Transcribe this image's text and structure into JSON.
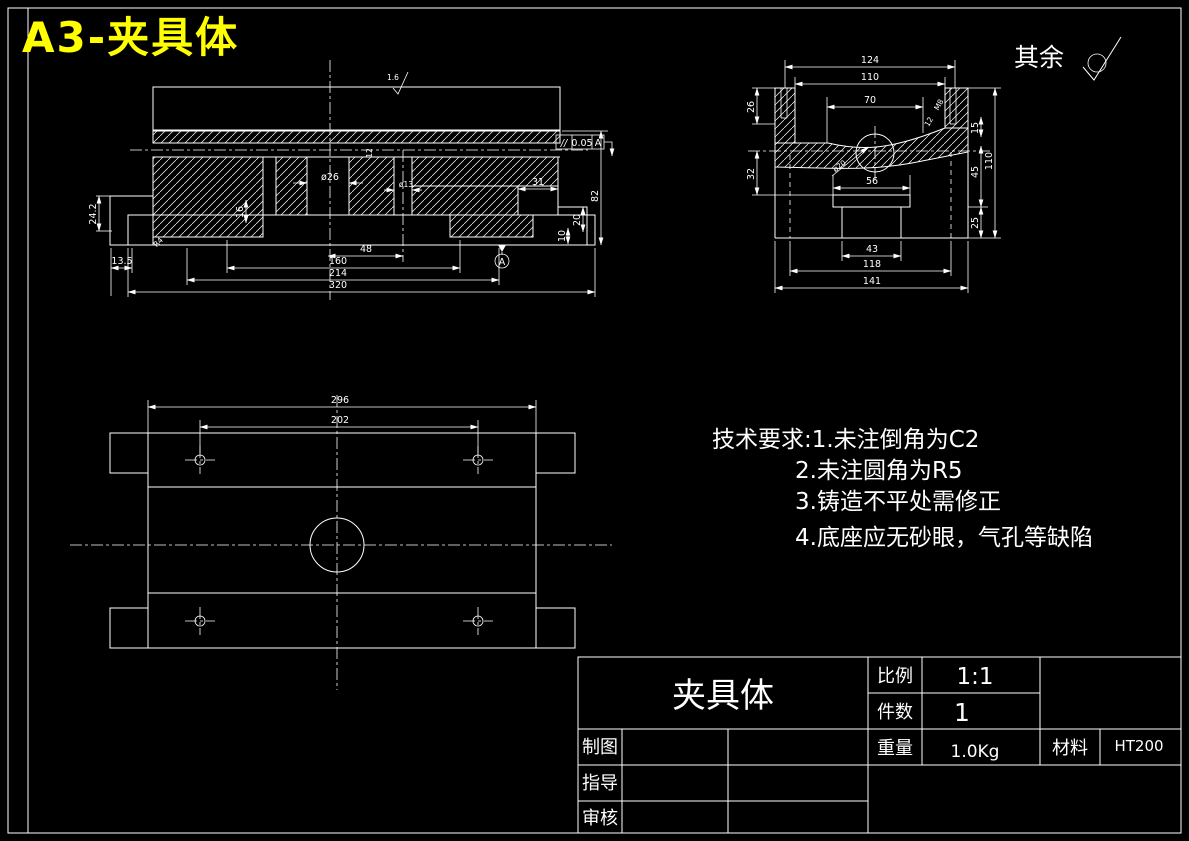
{
  "sheet": {
    "title": "A3-夹具体",
    "surface_note": "其余",
    "colors": {
      "background": "#000000",
      "line": "#ffffff",
      "title": "#ffff00"
    }
  },
  "front_view": {
    "roughness_value": "1.6",
    "tolerance": {
      "symbol": "//",
      "value": "0.05",
      "datum": "A"
    },
    "datum_label": "A",
    "dims": {
      "dia26": "ø26",
      "dia13": "ø13",
      "d12": "12",
      "d16": "16",
      "d31": "31",
      "d82": "82",
      "d20": "20",
      "d10": "10",
      "d24_2": "24.2",
      "d13_5": "13.5",
      "r4": "R4",
      "d48": "48",
      "d160": "160",
      "d214": "214",
      "d320": "320"
    }
  },
  "side_view": {
    "dims": {
      "d124": "124",
      "d110_top": "110",
      "d70": "70",
      "d26": "26",
      "d32": "32",
      "m8": "M8",
      "d12": "12",
      "dia20": "ø20",
      "d56": "56",
      "d43": "43",
      "d118": "118",
      "d141": "141",
      "d15": "15",
      "d45": "45",
      "d25": "25",
      "d110_right": "110"
    }
  },
  "plan_view": {
    "dims": {
      "d296": "296",
      "d202": "202"
    }
  },
  "tech_requirements": {
    "line1": "技术要求:1.未注倒角为C2",
    "line2": "2.未注圆角为R5",
    "line3": "3.铸造不平处需修正",
    "line4": "4.底座应无砂眼，气孔等缺陷"
  },
  "title_block": {
    "part_name": "夹具体",
    "scale_label": "比例",
    "scale_value": "1:1",
    "qty_label": "件数",
    "qty_value": "1",
    "weight_label": "重量",
    "weight_value": "1.0Kg",
    "material_label": "材料",
    "material_value": "HT200",
    "drawn_label": "制图",
    "guide_label": "指导",
    "check_label": "审核"
  }
}
